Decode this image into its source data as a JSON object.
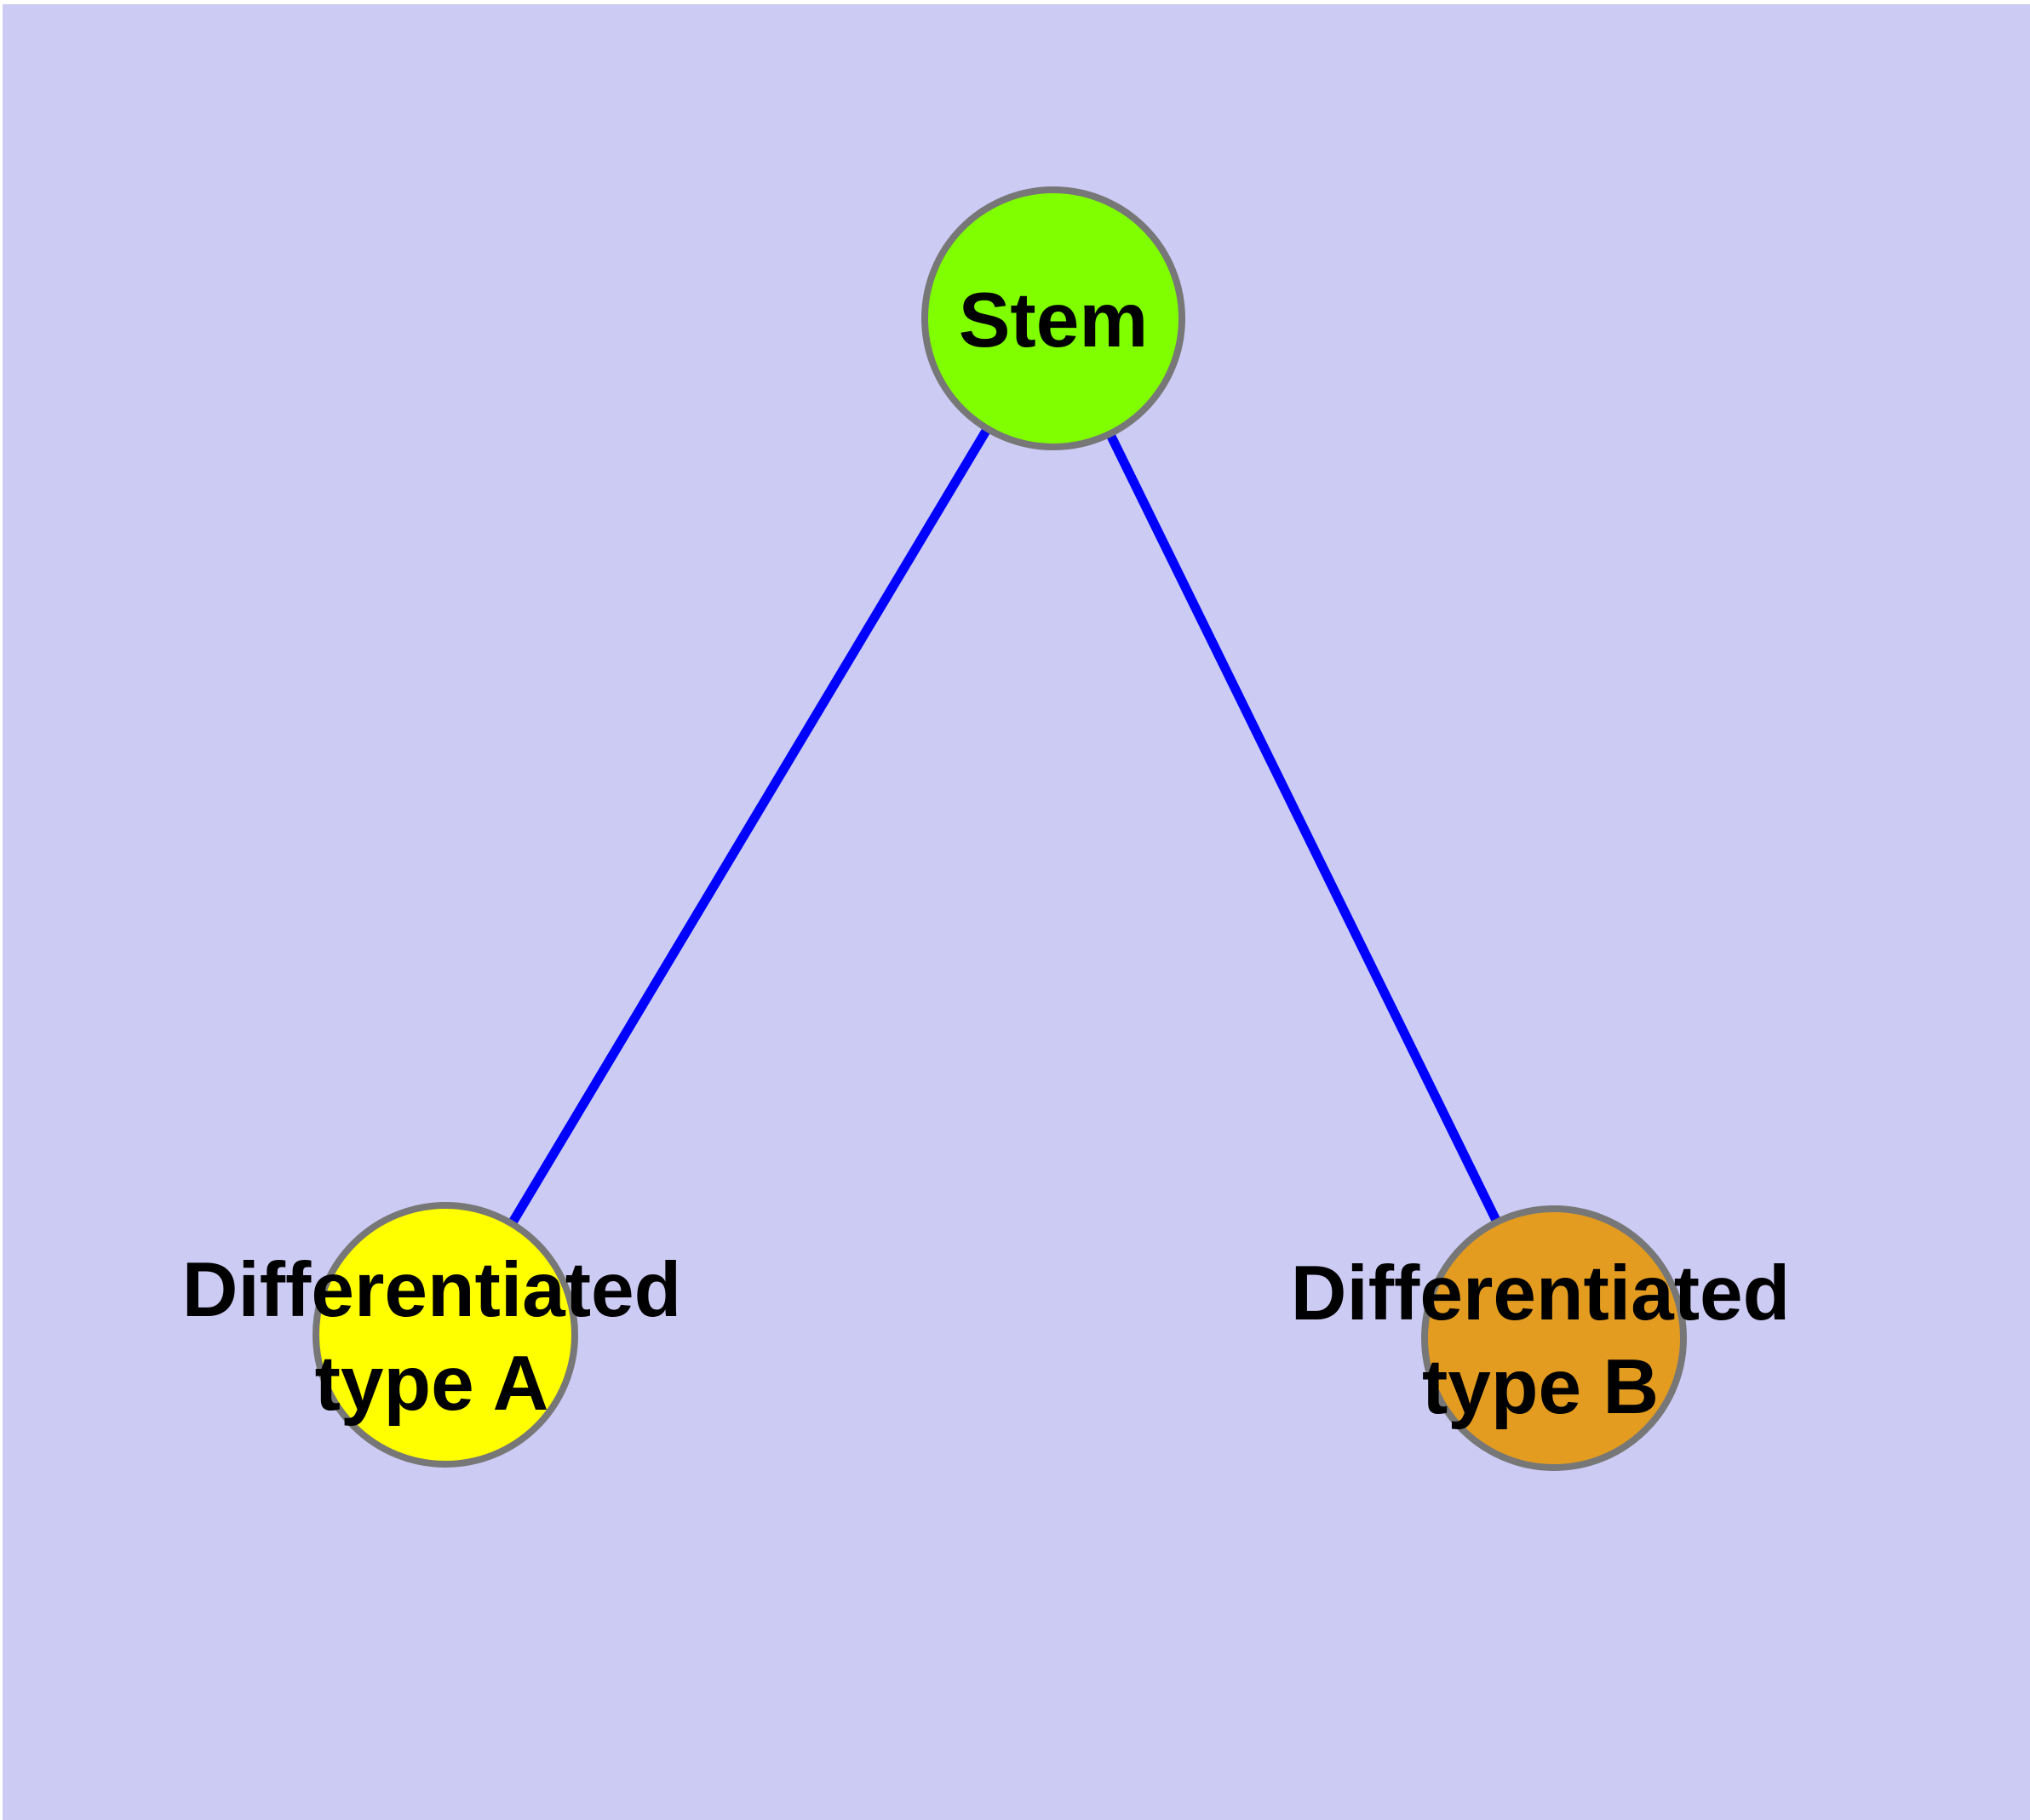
{
  "diagram": {
    "type": "node-edge-graph",
    "colors": {
      "background": "#CBCBF4",
      "page_margin": "#FFFFFF",
      "edge": "#0000FF",
      "node_border": "#777777",
      "label_text": "#000000"
    },
    "nodes": [
      {
        "id": "stem",
        "label": "Stem",
        "fill": "#7FFF00"
      },
      {
        "id": "differentiated-type-a",
        "label_line1": "Differentiated",
        "label_line2": "type A",
        "fill": "#FFFF00"
      },
      {
        "id": "differentiated-type-b",
        "label_line1": "Differentiated",
        "label_line2": "type B",
        "fill": "#E39C20"
      }
    ],
    "edges": [
      {
        "from": "Stem",
        "to": "Differentiated type A"
      },
      {
        "from": "Stem",
        "to": "Differentiated type B"
      }
    ]
  }
}
